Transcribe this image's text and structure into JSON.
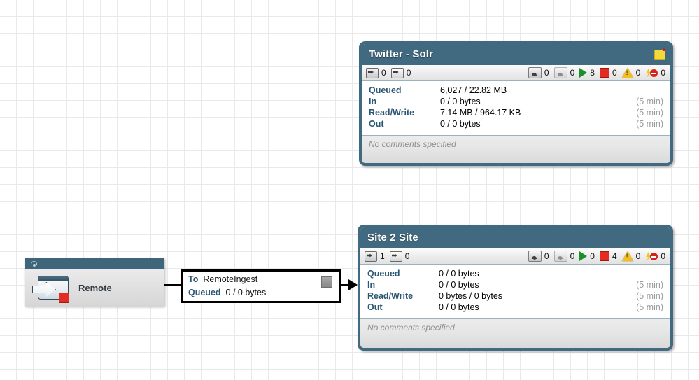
{
  "canvas": {
    "background_color": "#ffffff",
    "grid_color": "#e9e9e9",
    "grid_size": 24
  },
  "palette": {
    "group_border": "#41697f",
    "group_header_bg": "#41697f",
    "label_blue": "#2b5673",
    "muted_gray": "#9a9a9a",
    "running_green": "#1a8f2e",
    "stopped_red": "#e32b21",
    "warning_yellow": "#f2c01e",
    "comment_flag_yellow": "#f5d83b"
  },
  "process_groups": [
    {
      "name": "Twitter - Solr",
      "has_comment_flag": true,
      "comment_flag_icon": "sticky-note-icon",
      "status": {
        "input_ports": {
          "icon": "input-port-icon",
          "count": "0"
        },
        "output_ports": {
          "icon": "output-port-icon",
          "count": "0"
        },
        "transmitting": {
          "icon": "transmitting-icon",
          "count": "0"
        },
        "not_transmitting": {
          "icon": "not-transmitting-icon",
          "count": "0"
        },
        "running": {
          "icon": "running-icon",
          "count": "8"
        },
        "stopped": {
          "icon": "stopped-icon",
          "count": "0"
        },
        "invalid": {
          "icon": "warning-icon",
          "count": "0"
        },
        "disabled": {
          "icon": "disabled-icon",
          "count": "0"
        }
      },
      "details": [
        {
          "label": "Queued",
          "value": "6,027 / 22.82 MB",
          "age": ""
        },
        {
          "label": "In",
          "value": "0 / 0 bytes",
          "age": "(5 min)"
        },
        {
          "label": "Read/Write",
          "value": "7.14 MB / 964.17 KB",
          "age": "(5 min)"
        },
        {
          "label": "Out",
          "value": "0 / 0 bytes",
          "age": "(5 min)"
        }
      ],
      "comments": "No comments specified"
    },
    {
      "name": "Site 2 Site",
      "has_comment_flag": false,
      "comment_flag_icon": "sticky-note-icon",
      "status": {
        "input_ports": {
          "icon": "input-port-icon",
          "count": "1"
        },
        "output_ports": {
          "icon": "output-port-icon",
          "count": "0"
        },
        "transmitting": {
          "icon": "transmitting-icon",
          "count": "0"
        },
        "not_transmitting": {
          "icon": "not-transmitting-icon",
          "count": "0"
        },
        "running": {
          "icon": "running-icon",
          "count": "0"
        },
        "stopped": {
          "icon": "stopped-icon",
          "count": "4"
        },
        "invalid": {
          "icon": "warning-icon",
          "count": "0"
        },
        "disabled": {
          "icon": "disabled-icon",
          "count": "0"
        }
      },
      "details": [
        {
          "label": "Queued",
          "value": "0 / 0 bytes",
          "age": ""
        },
        {
          "label": "In",
          "value": "0 / 0 bytes",
          "age": "(5 min)"
        },
        {
          "label": "Read/Write",
          "value": "0 bytes / 0 bytes",
          "age": "(5 min)"
        },
        {
          "label": "Out",
          "value": "0 / 0 bytes",
          "age": "(5 min)"
        }
      ],
      "comments": "No comments specified"
    }
  ],
  "remote_process_group": {
    "name": "Remote",
    "header_icon": "transmitting-antenna-icon",
    "port_icon": "remote-input-port-icon",
    "port_state_icon": "stopped-icon"
  },
  "connection": {
    "to_label": "To",
    "destination": "RemoteIngest",
    "queued_label": "Queued",
    "queued_value": "0 / 0 bytes",
    "flag_icon": "connection-flag-icon"
  }
}
